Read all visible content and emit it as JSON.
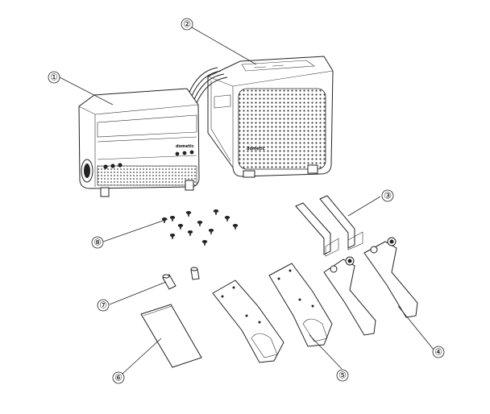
{
  "callouts": [
    {
      "number": "1",
      "label": "①"
    },
    {
      "number": "2",
      "label": "②"
    },
    {
      "number": "3",
      "label": "③"
    },
    {
      "number": "4",
      "label": "④"
    },
    {
      "number": "5",
      "label": "⑤"
    },
    {
      "number": "6",
      "label": "⑥"
    },
    {
      "number": "7",
      "label": "⑦"
    },
    {
      "number": "8",
      "label": "⑧"
    }
  ],
  "units": {
    "front_brand": "dometic",
    "rear_brand": "dometic"
  }
}
